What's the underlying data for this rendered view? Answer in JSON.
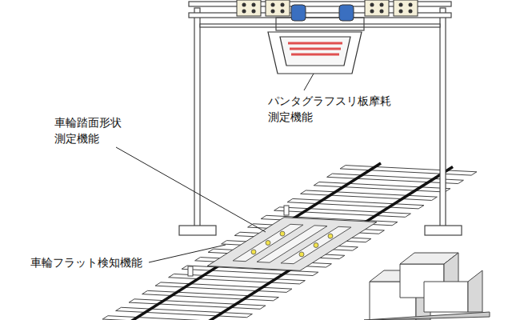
{
  "diagram": {
    "labels": [
      "パンタグラフスリ板摩耗 測定機能",
      "車輪踏面形状 測定機能",
      "車輪フラット検知機能"
    ]
  }
}
